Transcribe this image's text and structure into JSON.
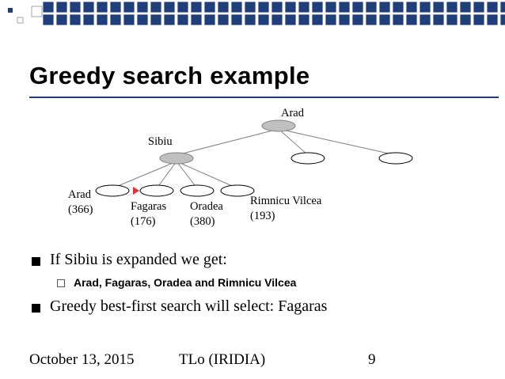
{
  "slide": {
    "title": "Greedy search example",
    "colors": {
      "header_blue": "#1f3e7a",
      "node_fill": "#c0c0c0",
      "marker_red": "#e0303a"
    }
  },
  "tree": {
    "root": {
      "label": "Arad"
    },
    "expanded": {
      "label": "Sibiu"
    },
    "children": [
      {
        "name": "Arad",
        "h": "(366)"
      },
      {
        "name": "Fagaras",
        "h": "(176)"
      },
      {
        "name": "Oradea",
        "h": "(380)"
      },
      {
        "name": "Rimnicu Vilcea",
        "h": "(193)"
      }
    ]
  },
  "bullets": [
    {
      "text": "If Sibiu is expanded we get:",
      "sub": "Arad, Fagaras, Oradea and Rimnicu Vilcea"
    },
    {
      "text": "Greedy best-first search will select: Fagaras"
    }
  ],
  "footer": {
    "date": "October 13, 2015",
    "center": "TLo (IRIDIA)",
    "page": "9"
  }
}
